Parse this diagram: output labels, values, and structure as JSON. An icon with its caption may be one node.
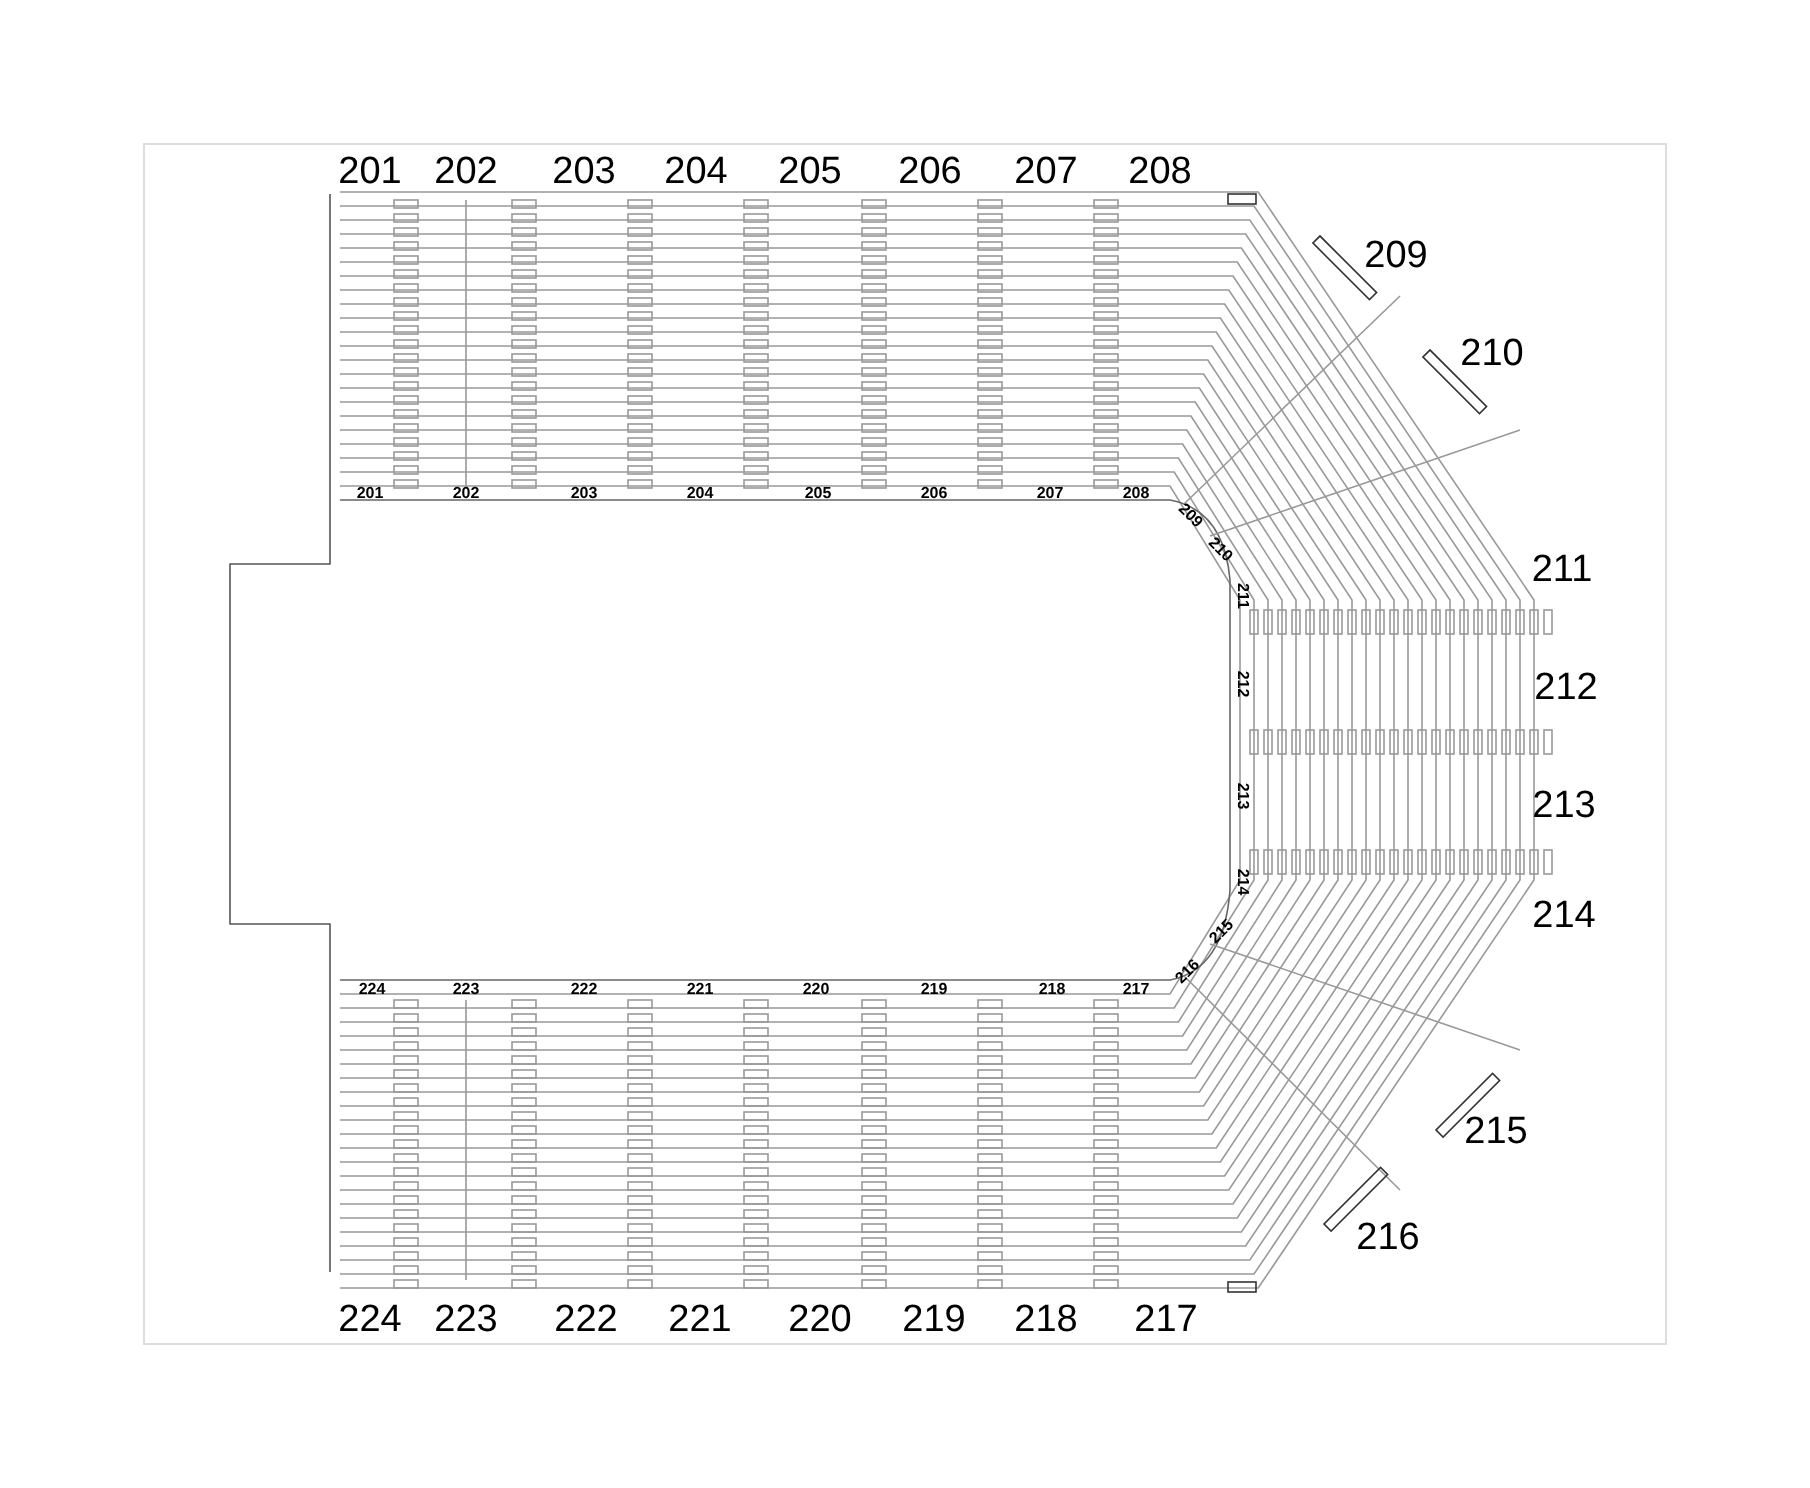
{
  "diagram": {
    "labels": [
      "201",
      "202",
      "203",
      "204",
      "205",
      "206",
      "207",
      "208",
      "209",
      "210",
      "211",
      "212",
      "213",
      "214",
      "215",
      "216",
      "217",
      "218",
      "219",
      "220",
      "221",
      "222",
      "223",
      "224",
      "201",
      "202",
      "203",
      "204",
      "205",
      "206",
      "207",
      "208",
      "209",
      "210",
      "211",
      "212",
      "213",
      "214",
      "215",
      "216",
      "217",
      "218",
      "219",
      "220",
      "221",
      "222",
      "223",
      "224"
    ]
  }
}
